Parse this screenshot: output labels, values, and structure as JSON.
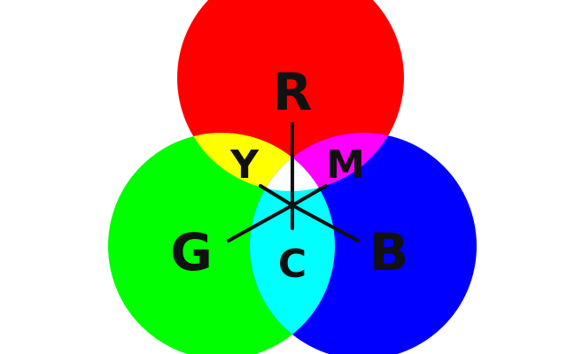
{
  "diagram": {
    "circles": [
      {
        "id": "red",
        "color": "#ff0000"
      },
      {
        "id": "green",
        "color": "#00ff00"
      },
      {
        "id": "blue",
        "color": "#0000ff"
      }
    ],
    "overlaps": {
      "red_green": "#ffff00",
      "red_blue": "#ff00ff",
      "green_blue": "#00ffff",
      "all": "#ffffff"
    },
    "line_color": "#111111",
    "labels": {
      "r": "R",
      "g": "G",
      "b": "B",
      "y": "Y",
      "m": "M",
      "c": "C"
    }
  }
}
